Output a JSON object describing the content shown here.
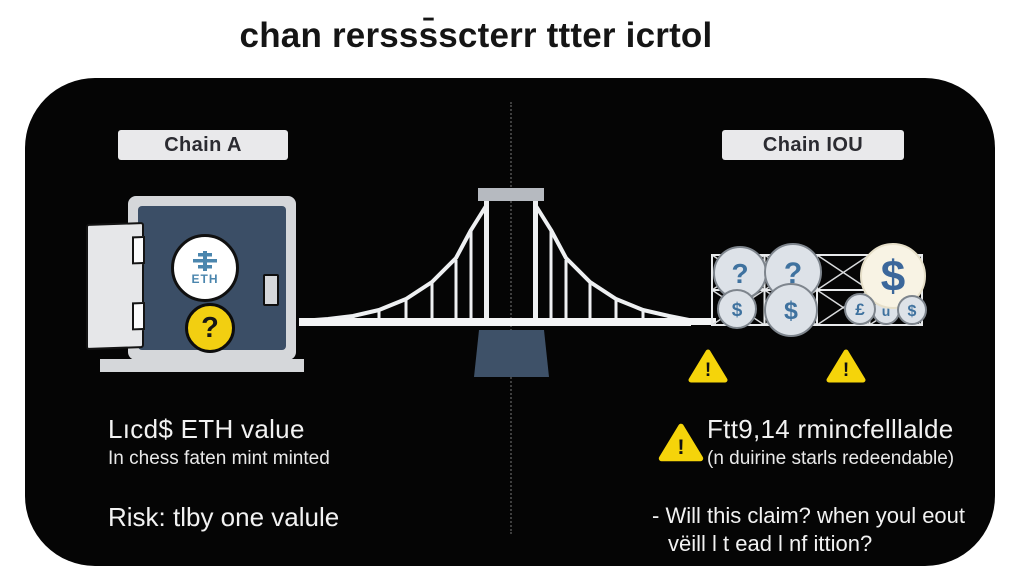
{
  "title": "chan rersss̄scterr ttter icrtol",
  "left": {
    "chain_label": "Chain A",
    "vault_coin_label": "ETH",
    "vault_question": "?",
    "caption_line1": "Lıcd$ ETH value",
    "caption_line2": "In chess faten mint minted",
    "risk_line": "Risk: tlby one valule"
  },
  "right": {
    "chain_label": "Chain IOU",
    "grid_tokens": {
      "q1": "?",
      "q2": "?",
      "d1": "$",
      "d2": "$",
      "big_dollar": "$",
      "small_pound": "£",
      "small_u": "u",
      "small_dollar": "$"
    },
    "caption_line1": "Ftt9,14 rmincfelllalde",
    "caption_line2": "(n duirine starls redeendable)",
    "note_line1": "- Will this claim? when youl eout",
    "note_line2": "vëill l t ead l nf ittion?"
  },
  "warning_symbol": "!",
  "colors": {
    "panel_bg": "#050505",
    "label_bg": "#e9e9eb",
    "accent_yellow": "#f5d40a",
    "steel_blue": "#3f729f",
    "vault_interior": "#3b4e66",
    "bridge_pier": "#3e5168",
    "cream_coin": "#f8f3e4"
  }
}
